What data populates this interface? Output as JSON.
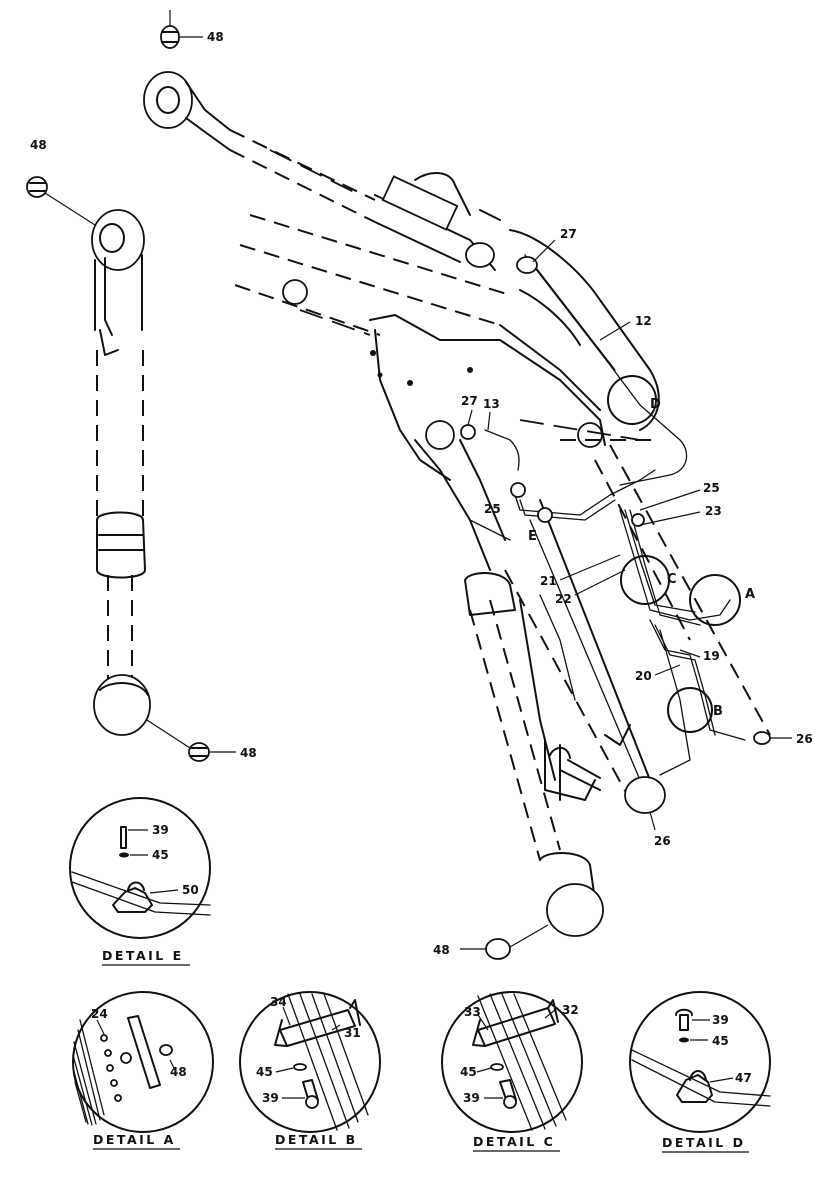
{
  "callouts": [
    {
      "label": "48"
    },
    {
      "label": "48"
    },
    {
      "label": "48"
    },
    {
      "label": "48"
    },
    {
      "label": "27"
    },
    {
      "label": "12"
    },
    {
      "label": "27"
    },
    {
      "label": "13"
    },
    {
      "label": "25"
    },
    {
      "label": "25"
    },
    {
      "label": "23"
    },
    {
      "label": "21"
    },
    {
      "label": "22"
    },
    {
      "label": "20"
    },
    {
      "label": "19"
    },
    {
      "label": "26"
    },
    {
      "label": "26"
    }
  ],
  "view_letters": [
    "D",
    "E",
    "C",
    "A",
    "B"
  ],
  "details": [
    {
      "title": "DETAIL E",
      "parts": [
        "39",
        "45",
        "50"
      ]
    },
    {
      "title": "DETAIL A",
      "parts": [
        "24",
        "48"
      ]
    },
    {
      "title": "DETAIL B",
      "parts": [
        "34",
        "31",
        "45",
        "39"
      ]
    },
    {
      "title": "DETAIL C",
      "parts": [
        "33",
        "32",
        "45",
        "39"
      ]
    },
    {
      "title": "DETAIL D",
      "parts": [
        "39",
        "45",
        "47"
      ]
    }
  ]
}
